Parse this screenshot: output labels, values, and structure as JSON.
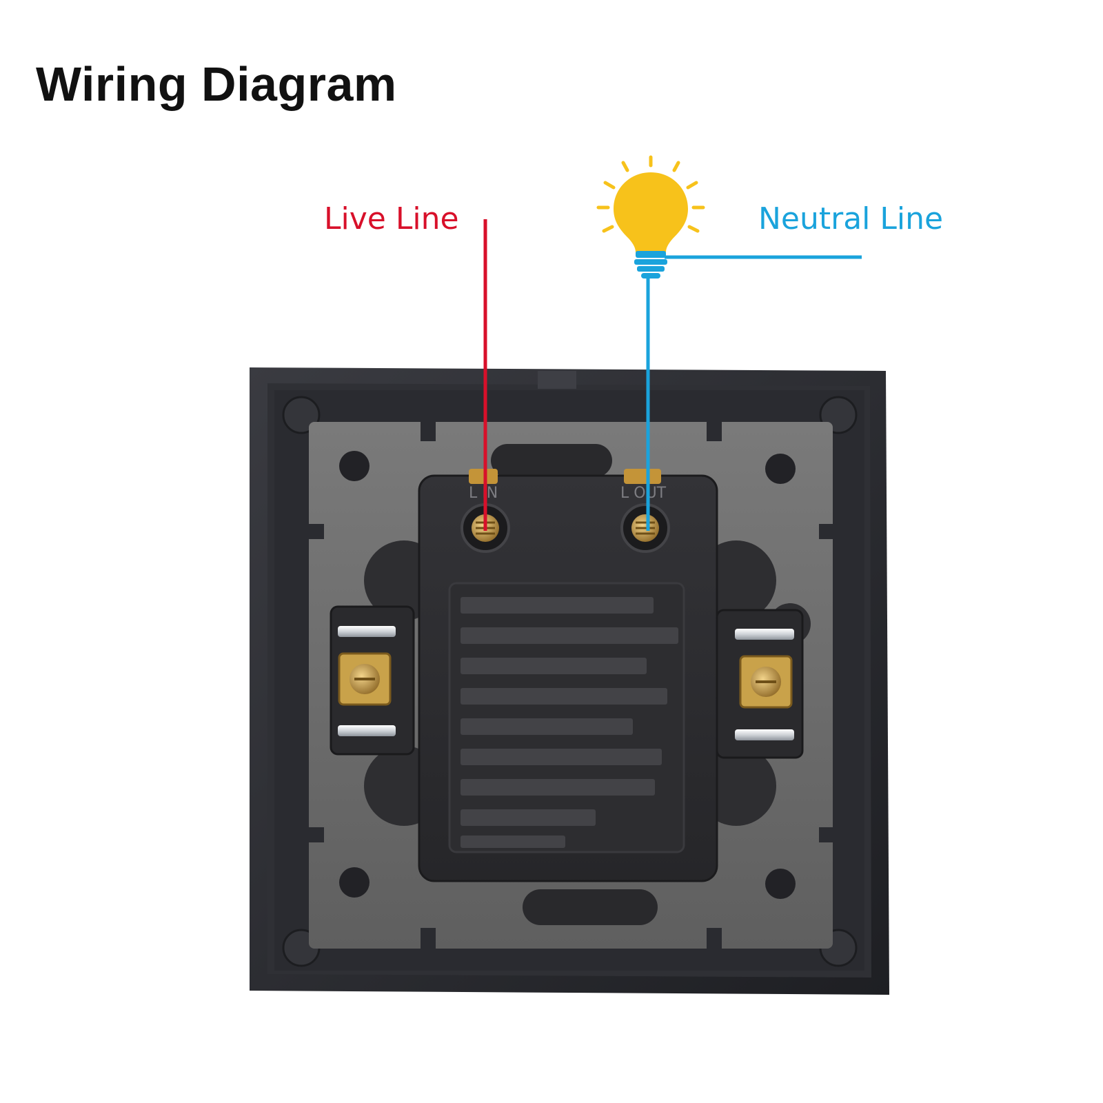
{
  "title": "Wiring Diagram",
  "labels": {
    "live": "Live Line",
    "neutral": "Neutral Line",
    "terminal_l_in": "L IN",
    "terminal_l_out": "L OUT"
  },
  "colors": {
    "live": "#d8102a",
    "neutral": "#1aa3dc",
    "bulb": "#f7c21b",
    "rays": "#f7c21b",
    "brass": "#c99a3a",
    "frame": "#2b2c31",
    "plate": "#6d6d6d",
    "module": "#2c2c2f"
  },
  "icons": [
    "light-bulb-icon",
    "screw-terminal-icon"
  ]
}
